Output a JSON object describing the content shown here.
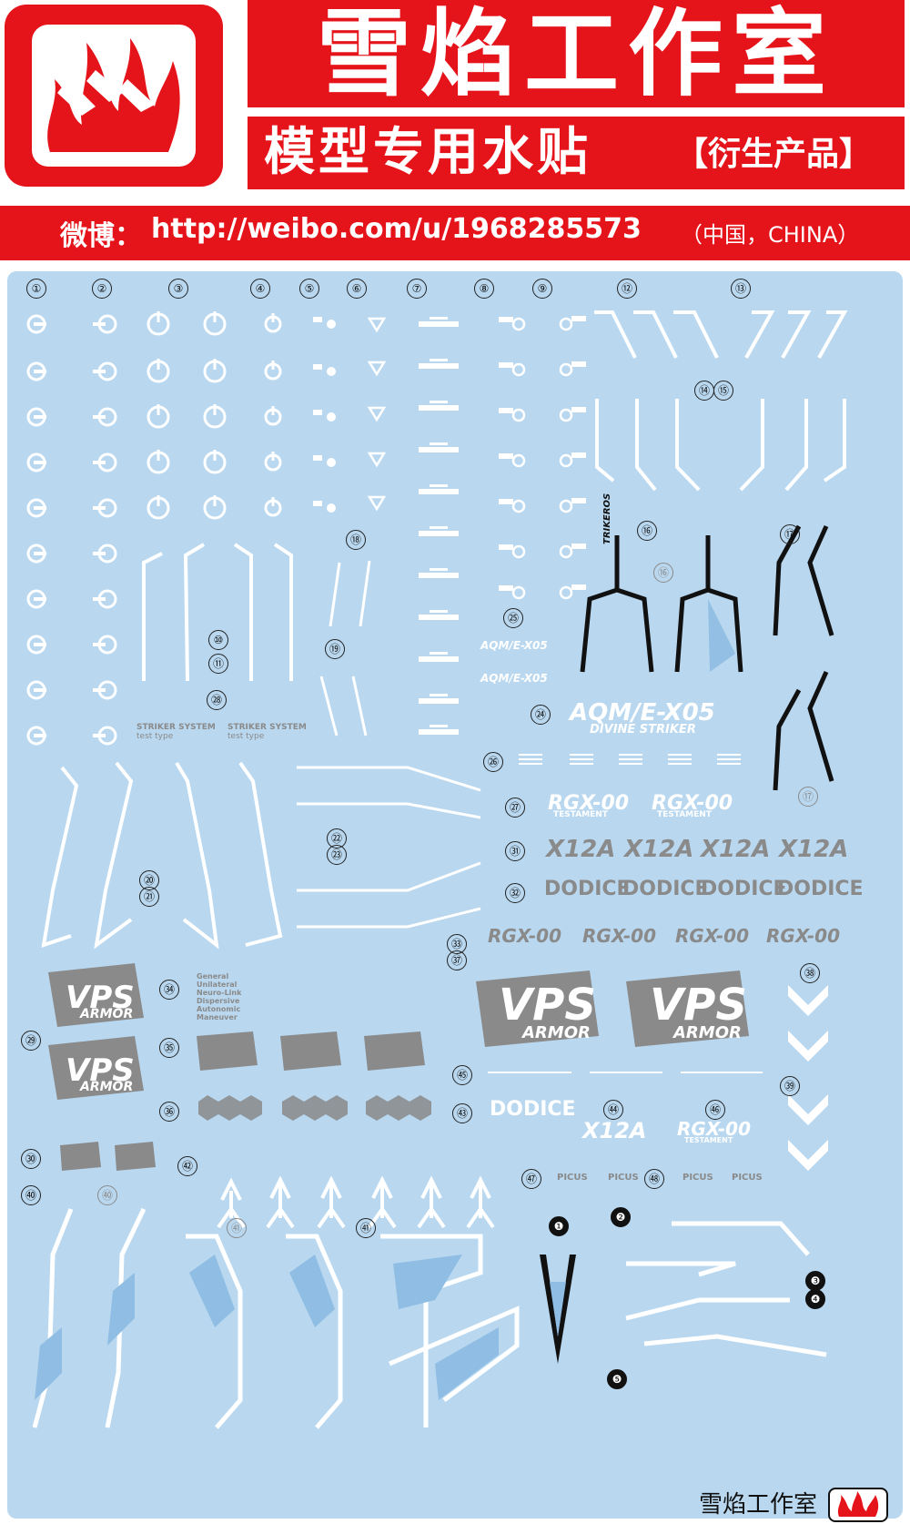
{
  "header": {
    "brand_title": "雪焰工作室",
    "subtitle": "模型专用水贴",
    "subtitle_tag": "【衍生产品】",
    "weibo_label": "微博：",
    "weibo_url": "http://weibo.com/u/1968285573",
    "weibo_country": "（中国，CHINA）"
  },
  "colors": {
    "brand_red": "#e5141b",
    "sheet_blue": "#b9d8f0",
    "decal_white": "#ffffff",
    "decal_grey": "#8a8a8a",
    "decal_black": "#111111"
  },
  "decal_numbers": {
    "n1": "①",
    "n2": "②",
    "n3": "③",
    "n4": "④",
    "n5": "⑤",
    "n6": "⑥",
    "n7": "⑦",
    "n8": "⑧",
    "n9": "⑨",
    "n10": "⑩",
    "n11": "⑪",
    "n12": "⑫",
    "n13": "⑬",
    "n14": "⑭",
    "n15": "⑮",
    "n16": "⑯",
    "n16b": "⑯",
    "n17": "⑰",
    "n17b": "⑰",
    "n18": "⑱",
    "n19": "⑲",
    "n20": "⑳",
    "n21": "㉑",
    "n22": "㉒",
    "n23": "㉓",
    "n24": "㉔",
    "n25": "㉕",
    "n26": "㉖",
    "n27": "㉗",
    "n28": "㉘",
    "n29": "㉙",
    "n30": "㉚",
    "n31": "㉛",
    "n32": "㉜",
    "n33": "㉝",
    "n34": "㉞",
    "n35": "㉟",
    "n36": "㊱",
    "n37": "㊲",
    "n38": "㊳",
    "n39": "㊴",
    "n40": "㊵",
    "n40b": "㊵",
    "n41": "㊶",
    "n41b": "㊶",
    "n42": "㊷",
    "n43": "㊸",
    "n44": "㊹",
    "n45": "㊺",
    "n46": "㊻",
    "n47": "㊼",
    "n48": "㊽",
    "d1": "❶",
    "d2": "❷",
    "d3": "❸",
    "d4": "❹",
    "d5": "❺"
  },
  "decal_texts": {
    "striker_system": "STRIKER SYSTEM",
    "test_type": "test type",
    "aqm_model": "AQM/E-X05",
    "divine_striker": "DIVINE STRIKER",
    "trikeros": "TRIKEROS",
    "rgx00": "RGX-00",
    "testament": "TESTAMENT",
    "x12a": "X12A",
    "dodice": "DODICE",
    "vps": "VPS",
    "armor": "ARMOR",
    "gundam_lines": [
      "General",
      "Unilateral",
      "Neuro-Link",
      "Dispersive",
      "Autonomic",
      "Maneuver"
    ],
    "picus": "PICUS"
  },
  "footer": {
    "studio_name": "雪焰工作室"
  }
}
